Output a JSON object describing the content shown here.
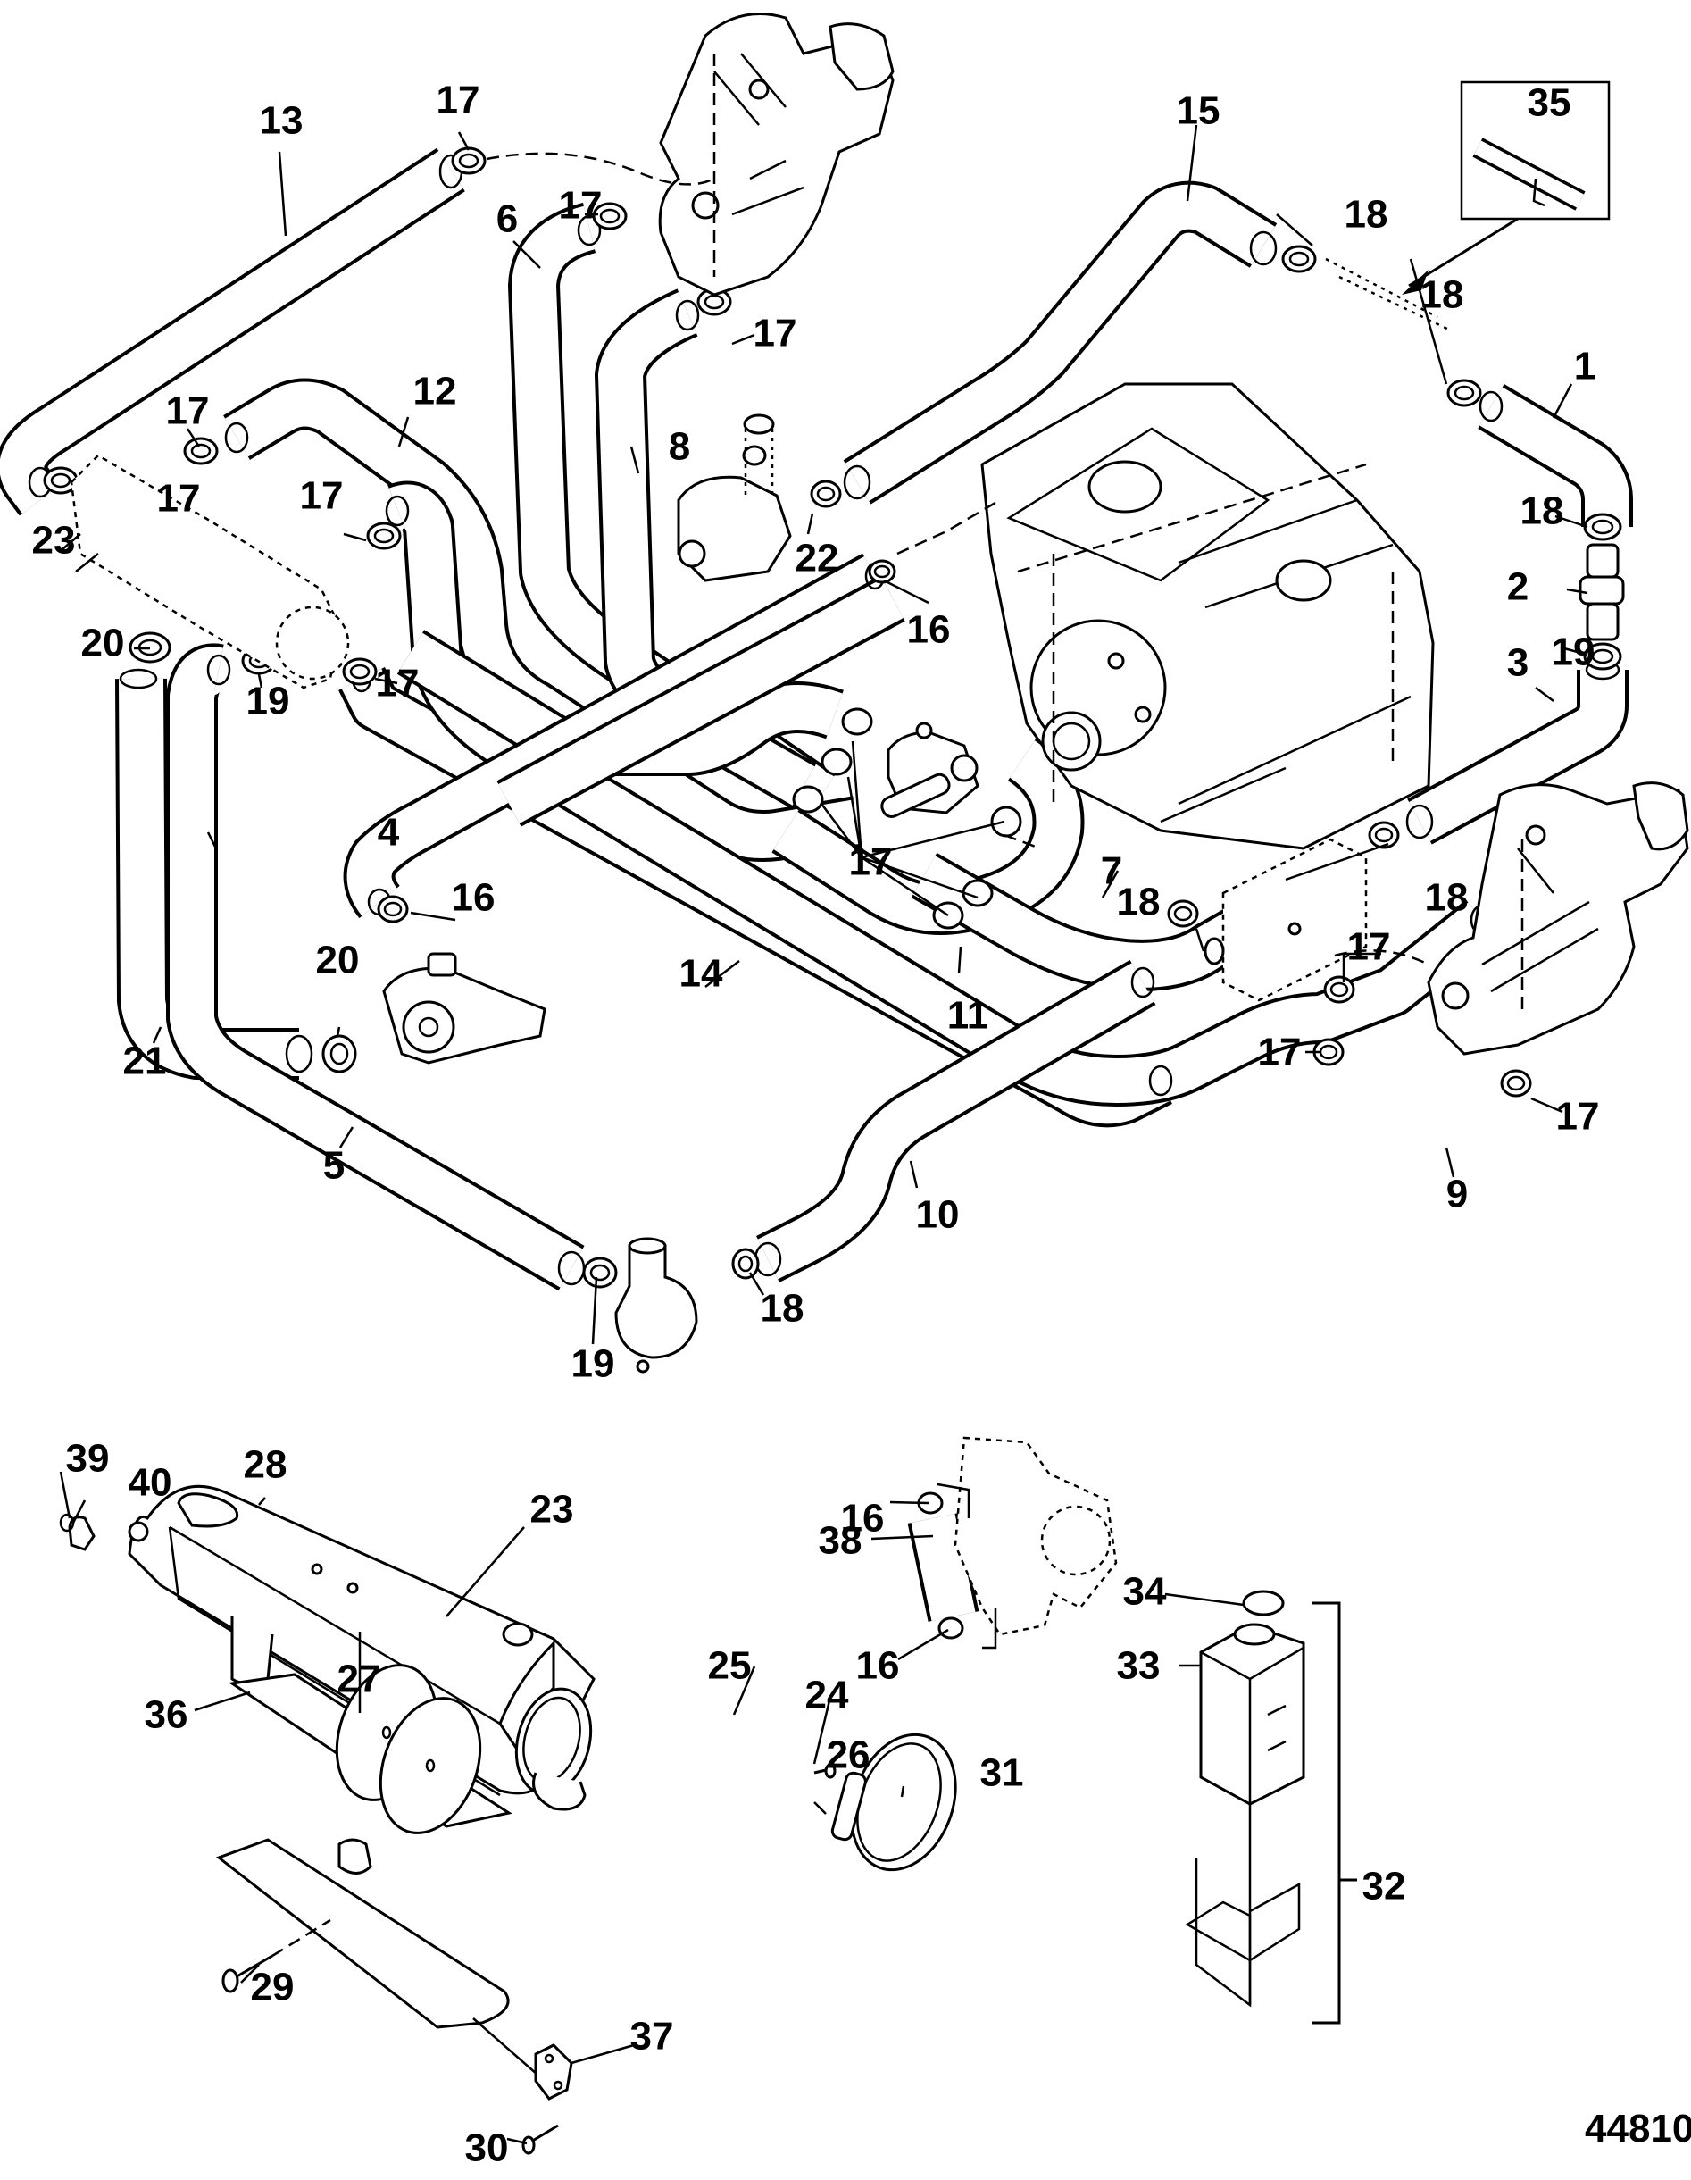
{
  "diagram": {
    "title": "Closed Cooling System Exploded View",
    "figure_number": "44810",
    "callouts": [
      {
        "id": "c13",
        "label": "13",
        "part": "hose"
      },
      {
        "id": "c17a",
        "label": "17",
        "part": "hose clamp"
      },
      {
        "id": "c6",
        "label": "6",
        "part": "hose"
      },
      {
        "id": "c17b",
        "label": "17",
        "part": "hose clamp"
      },
      {
        "id": "c17c",
        "label": "17",
        "part": "hose clamp"
      },
      {
        "id": "c8",
        "label": "8",
        "part": "hose"
      },
      {
        "id": "c15",
        "label": "15",
        "part": "hose"
      },
      {
        "id": "c18a",
        "label": "18",
        "part": "hose clamp"
      },
      {
        "id": "c35",
        "label": "35",
        "part": "tube kit"
      },
      {
        "id": "c18b",
        "label": "18",
        "part": "hose clamp"
      },
      {
        "id": "c1",
        "label": "1",
        "part": "hose"
      },
      {
        "id": "c12",
        "label": "12",
        "part": "hose"
      },
      {
        "id": "c17d",
        "label": "17",
        "part": "hose clamp"
      },
      {
        "id": "c17e",
        "label": "17",
        "part": "hose clamp"
      },
      {
        "id": "c23a",
        "label": "23",
        "part": "heat exchanger"
      },
      {
        "id": "c17f",
        "label": "17",
        "part": "hose clamp"
      },
      {
        "id": "c22",
        "label": "22",
        "part": "clamp"
      },
      {
        "id": "c18c",
        "label": "18",
        "part": "hose clamp"
      },
      {
        "id": "c2",
        "label": "2",
        "part": "fitting"
      },
      {
        "id": "c16a",
        "label": "16",
        "part": "hose clamp"
      },
      {
        "id": "c20a",
        "label": "20",
        "part": "hose clamp"
      },
      {
        "id": "c17g",
        "label": "17",
        "part": "hose clamp"
      },
      {
        "id": "c19a",
        "label": "19",
        "part": "hose clamp"
      },
      {
        "id": "c19b",
        "label": "19",
        "part": "hose clamp"
      },
      {
        "id": "c3",
        "label": "3",
        "part": "hose"
      },
      {
        "id": "c4",
        "label": "4",
        "part": "hose"
      },
      {
        "id": "c16b",
        "label": "16",
        "part": "hose clamp"
      },
      {
        "id": "c17h",
        "label": "17",
        "part": "hose clamps (group)"
      },
      {
        "id": "c18d",
        "label": "18",
        "part": "hose clamp"
      },
      {
        "id": "c7",
        "label": "7",
        "part": "hose"
      },
      {
        "id": "c18e",
        "label": "18",
        "part": "hose clamp"
      },
      {
        "id": "c17i",
        "label": "17",
        "part": "hose clamp"
      },
      {
        "id": "c20b",
        "label": "20",
        "part": "hose clamp"
      },
      {
        "id": "c14",
        "label": "14",
        "part": "hose"
      },
      {
        "id": "c11",
        "label": "11",
        "part": "hose"
      },
      {
        "id": "c21",
        "label": "21",
        "part": "hose"
      },
      {
        "id": "c17j",
        "label": "17",
        "part": "hose clamp"
      },
      {
        "id": "c17k",
        "label": "17",
        "part": "hose clamp"
      },
      {
        "id": "c5",
        "label": "5",
        "part": "hose"
      },
      {
        "id": "c10",
        "label": "10",
        "part": "hose"
      },
      {
        "id": "c9",
        "label": "9",
        "part": "hose"
      },
      {
        "id": "c19c",
        "label": "19",
        "part": "hose clamp"
      },
      {
        "id": "c18f",
        "label": "18",
        "part": "hose clamp"
      },
      {
        "id": "c39",
        "label": "39",
        "part": "plug"
      },
      {
        "id": "c40",
        "label": "40",
        "part": "o-ring"
      },
      {
        "id": "c28",
        "label": "28",
        "part": "pressure cap"
      },
      {
        "id": "c23b",
        "label": "23",
        "part": "heat exchanger"
      },
      {
        "id": "c16c",
        "label": "16",
        "part": "hose clamp"
      },
      {
        "id": "c38",
        "label": "38",
        "part": "hose"
      },
      {
        "id": "c16d",
        "label": "16",
        "part": "hose clamp"
      },
      {
        "id": "c34",
        "label": "34",
        "part": "reservoir cap"
      },
      {
        "id": "c33",
        "label": "33",
        "part": "coolant reservoir"
      },
      {
        "id": "c32",
        "label": "32",
        "part": "reservoir kit"
      },
      {
        "id": "c27",
        "label": "27",
        "part": "washer"
      },
      {
        "id": "c25",
        "label": "25",
        "part": "gasket"
      },
      {
        "id": "c24",
        "label": "24",
        "part": "end cap"
      },
      {
        "id": "c36",
        "label": "36",
        "part": "pad"
      },
      {
        "id": "c26",
        "label": "26",
        "part": "screw"
      },
      {
        "id": "c31",
        "label": "31",
        "part": "clamp"
      },
      {
        "id": "c29",
        "label": "29",
        "part": "screw"
      },
      {
        "id": "c37",
        "label": "37",
        "part": "bracket"
      },
      {
        "id": "c30",
        "label": "30",
        "part": "screw"
      }
    ]
  }
}
